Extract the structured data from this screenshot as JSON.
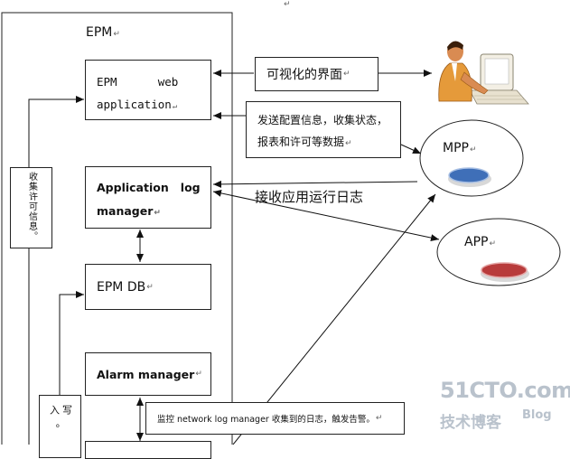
{
  "container": {
    "title": "EPM"
  },
  "nodes": {
    "web_app": {
      "line1": "EPM      web",
      "line2": "application"
    },
    "log_manager": {
      "line1": "Application   log",
      "line2": "manager"
    },
    "epm_db": {
      "label": "EPM DB"
    },
    "alarm_manager": {
      "label": "Alarm manager"
    }
  },
  "side_labels": {
    "left_vertical": "收集许可信息。",
    "write_in": "写入。"
  },
  "annotations": {
    "visual_ui": "可视化的界面",
    "send_config": "发送配置信息，收集状态，报表和许可等数据",
    "receive_logs": "接收应用运行日志",
    "monitor": "监控 network log manager 收集到的日志，触发告警。"
  },
  "external": {
    "mpp": "MPP",
    "app": "APP"
  },
  "watermark": {
    "line1": "51CTO.com",
    "line2": "技术博客",
    "line3": "Blog"
  },
  "colors": {
    "mpp_disc": "#3f6fb8",
    "app_disc": "#b83b3b",
    "line": "#111111"
  }
}
